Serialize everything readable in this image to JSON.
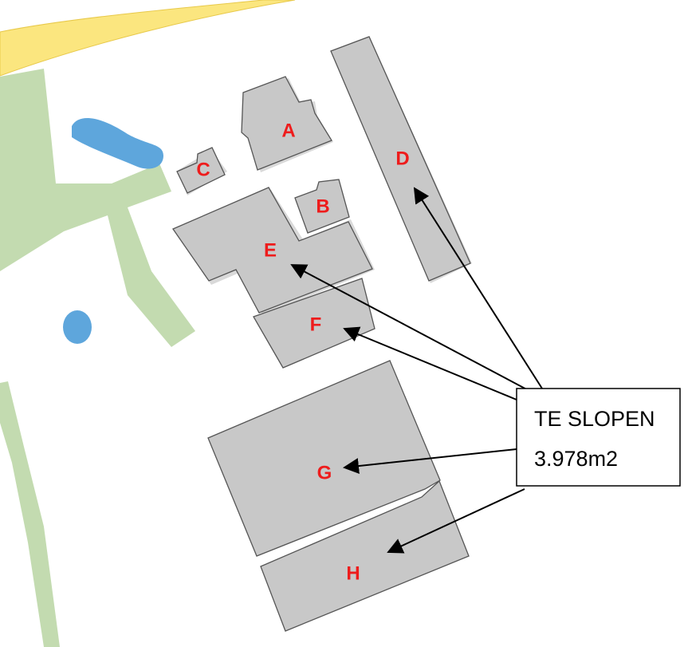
{
  "colors": {
    "road": "#fbe67f",
    "green_area": "#c3dbb0",
    "water": "#5ea6dc",
    "building_fill": "#c8c8c8",
    "building_stroke": "#555555",
    "label": "#ee1c1c",
    "arrow": "#000000"
  },
  "buildings": [
    {
      "id": "A",
      "label": "A"
    },
    {
      "id": "B",
      "label": "B"
    },
    {
      "id": "C",
      "label": "C"
    },
    {
      "id": "D",
      "label": "D"
    },
    {
      "id": "E",
      "label": "E"
    },
    {
      "id": "F",
      "label": "F"
    },
    {
      "id": "G",
      "label": "G"
    },
    {
      "id": "H",
      "label": "H"
    }
  ],
  "callout": {
    "line1": "TE SLOPEN",
    "line2": "3.978m2",
    "targets": [
      "D",
      "E",
      "F",
      "G",
      "H"
    ]
  }
}
